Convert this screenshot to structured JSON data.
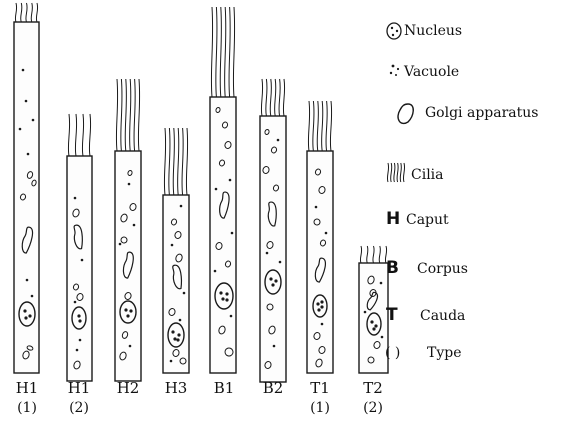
{
  "cells": [
    {
      "label": "H1",
      "type": "(1)"
    },
    {
      "label": "H1",
      "type": "(2)"
    },
    {
      "label": "H2",
      "type": ""
    },
    {
      "label": "H3",
      "type": ""
    },
    {
      "label": "B1",
      "type": ""
    },
    {
      "label": "B2",
      "type": ""
    },
    {
      "label": "T1",
      "type": "(1)"
    },
    {
      "label": "T2",
      "type": "(2)"
    }
  ],
  "legend": {
    "nucleus": "Nucleus",
    "vacuole": "Vacuole",
    "golgi": "Golgi apparatus",
    "cilia": "Cilia",
    "caput_letter": "H",
    "caput": "Caput",
    "corpus_letter": "B",
    "corpus": "Corpus",
    "cauda_letter": "T",
    "cauda": "Cauda",
    "type_symbol": "(      )",
    "type": "Type"
  }
}
